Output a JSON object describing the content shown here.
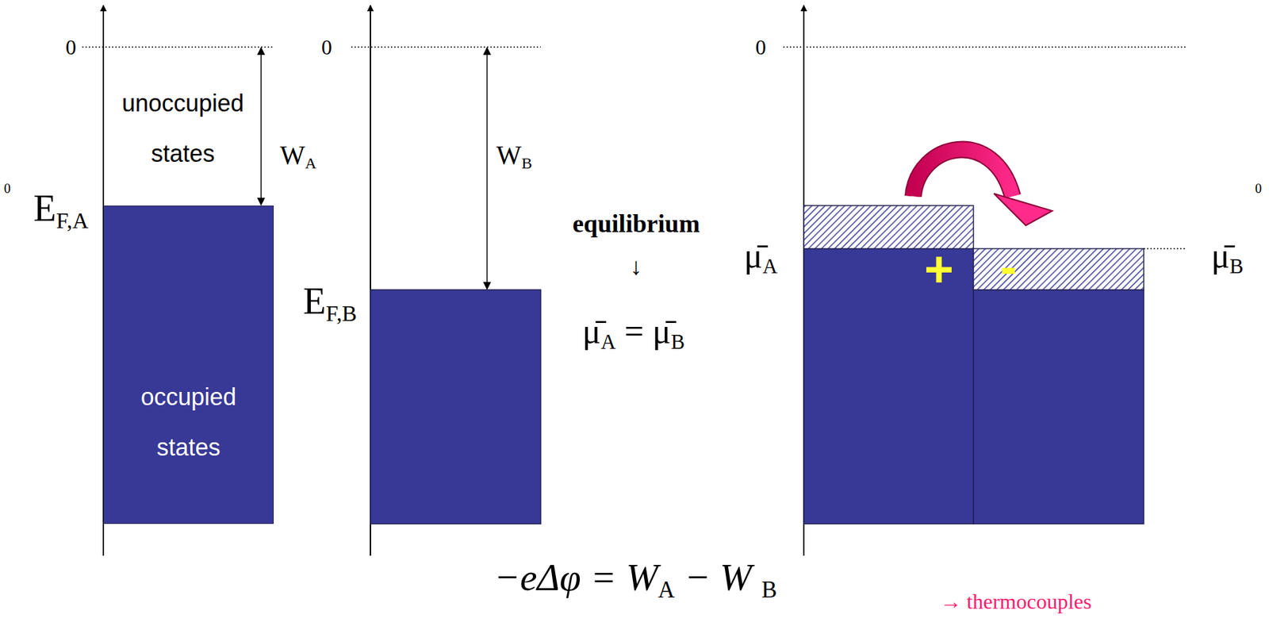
{
  "diagram": {
    "nodes": [
      {
        "text": [
          "occupied states"
        ]
      }
    ],
    "labels": [
      "0",
      "unoccupied states",
      "W",
      "A",
      "0",
      "E",
      "F,A",
      "0",
      "W",
      "B",
      "E",
      "F,B",
      "equilibrium",
      "↓",
      "μ̄",
      "A",
      "=",
      "μ̄",
      "B",
      "0",
      "μ̄",
      "A",
      "+",
      "-",
      "0",
      "μ̄",
      "B",
      "−eΔφ = W",
      "A",
      "− W",
      "B",
      "→ thermocouples"
    ]
  }
}
